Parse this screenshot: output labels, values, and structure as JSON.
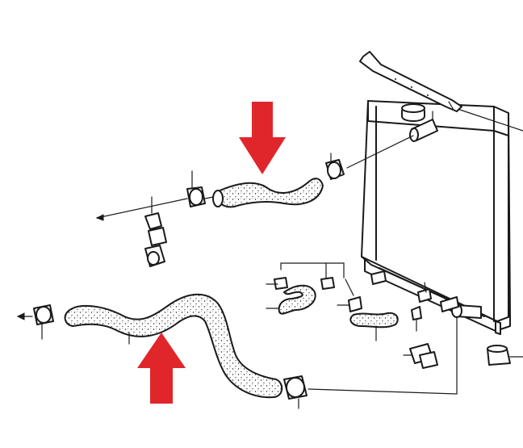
{
  "diagram": {
    "kind": "exploded parts illustration",
    "parts": [
      "radiator",
      "radiator-cap",
      "upper-radiator-hose",
      "lower-radiator-hose",
      "hose-clamp",
      "overflow-tube",
      "drain-plug",
      "heater-hoses",
      "rubber-mount"
    ]
  },
  "colors": {
    "ink": "#1a1a1a",
    "hose_fill": "#ffffff",
    "arrow_red": "#e0262b",
    "background": "#ffffff"
  },
  "icons": {
    "upper_arrow": "down-arrow-icon",
    "lower_arrow": "up-arrow-icon"
  }
}
